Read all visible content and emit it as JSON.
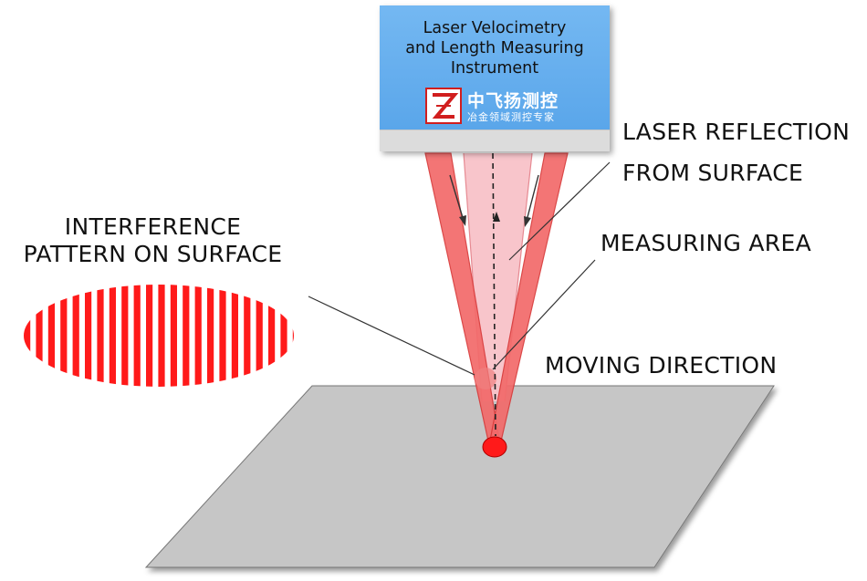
{
  "device": {
    "title_lines": [
      "Laser Velocimetry",
      "and Length Measuring",
      "Instrument"
    ],
    "logo": {
      "name": "中飞扬测控",
      "slogan": "冶金领域测控专家",
      "icon": "z-logo-icon"
    }
  },
  "labels": {
    "laser_reflection": [
      "LASER REFLECTION",
      "FROM SURFACE"
    ],
    "measuring_area": "MEASURING AREA",
    "interference": [
      "INTERFERENCE",
      "PATTERN ON SURFACE"
    ],
    "moving_direction": "MOVING DIRECTION"
  },
  "colors": {
    "device_blue": "#5aa6ea",
    "beam_red": "#f26a6a",
    "beam_edge": "#e03c3c",
    "reflection_pink": "#f8c2c8",
    "fringe_red": "#ff1a1a",
    "surface_gray": "#c6c6c6",
    "spot_red": "#ff1a1a"
  }
}
